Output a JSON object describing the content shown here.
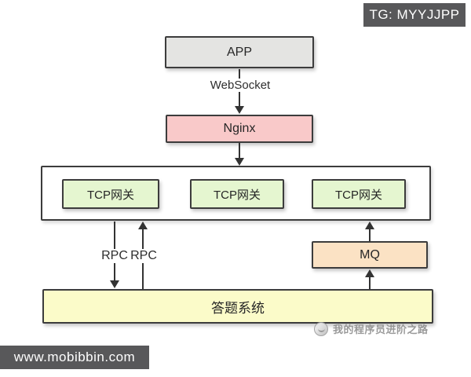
{
  "badges": {
    "tg_label": "TG: MYYJJPP",
    "url_label": "www.mobibbin.com"
  },
  "diagram": {
    "app_label": "APP",
    "websocket_label": "WebSocket",
    "nginx_label": "Nginx",
    "gateway_labels": [
      "TCP网关",
      "TCP网关",
      "TCP网关"
    ],
    "rpc_labels": [
      "RPC",
      "RPC"
    ],
    "mq_label": "MQ",
    "answer_system_label": "答题系统"
  },
  "watermark": {
    "text": "我的程序员进阶之路",
    "icon": "mascot-icon"
  },
  "colors": {
    "badge_bg": "#58585a",
    "app_fill": "#e4e4e2",
    "nginx_fill": "#f9c9c9",
    "gateway_fill": "#e5f6d0",
    "mq_fill": "#fbe2c4",
    "answer_fill": "#fbfbc9",
    "box_border": "#3c3c3c",
    "arrow": "#333333",
    "watermark_text": "#8f8f8f"
  }
}
